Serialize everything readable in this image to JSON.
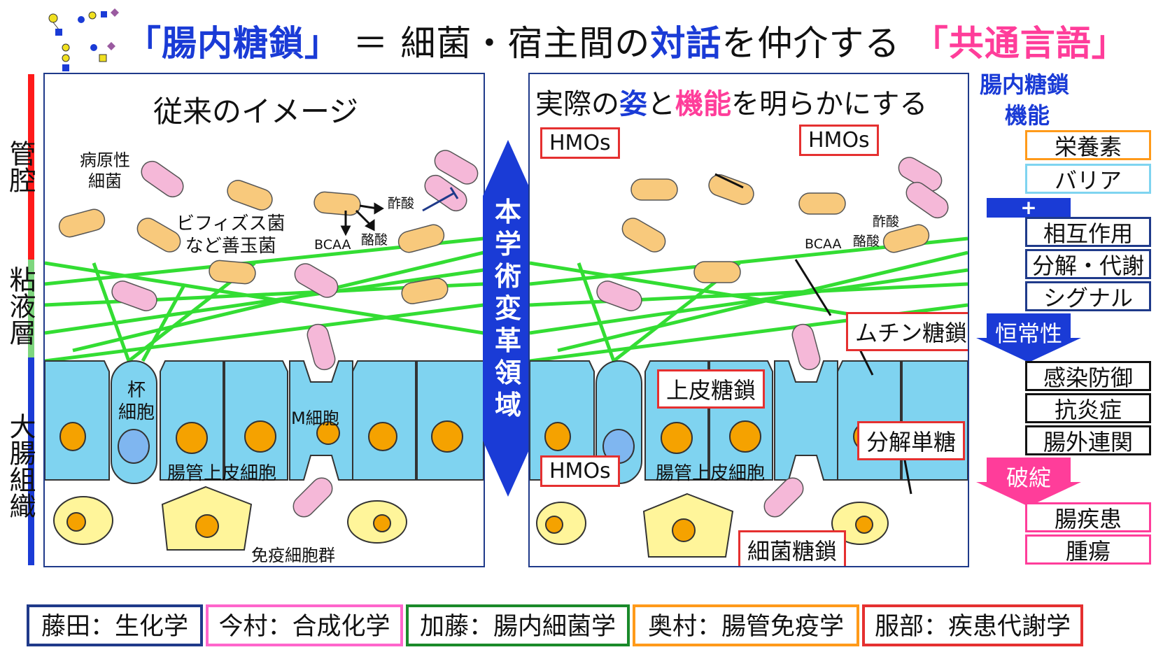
{
  "title": {
    "part1": "「腸内糖鎖」",
    "part2": "＝ 細菌・宿主間の",
    "part3": "対話",
    "part4": "を仲介する",
    "part5": "「共通言語」"
  },
  "layers": {
    "lumen": "管腔",
    "mucus": "粘液層",
    "tissue": "大腸組織"
  },
  "left_panel": {
    "title": "従来のイメージ",
    "pathogen": "病原性\n細菌",
    "bifido": "ビフィズス菌\nなど善玉菌",
    "acetic": "酢酸",
    "butyric": "酪酸",
    "bcaa": "BCAA",
    "goblet": "杯\n細胞",
    "mcell": "M細胞",
    "epithelial": "腸管上皮細胞",
    "immune": "免疫細胞群"
  },
  "center_arrow": {
    "text": "本学術変革領域"
  },
  "right_panel": {
    "title_a": "実際の",
    "title_b": "姿",
    "title_c": "と",
    "title_d": "機能",
    "title_e": "を明らかにする",
    "hmos": "HMOs",
    "acetic": "酢酸",
    "butyric": "酪酸",
    "bcaa": "BCAA",
    "mucin": "ムチン糖鎖",
    "epi_glycan": "上皮糖鎖",
    "mono": "分解単糖",
    "bact_glycan": "細菌糖鎖",
    "epithelial": "腸管上皮細胞"
  },
  "function_column": {
    "header1": "腸内糖鎖",
    "header2": "機能",
    "items_top": [
      "栄養素",
      "バリア"
    ],
    "plus": "+",
    "items_mid": [
      "相互作用",
      "分解・代謝",
      "シグナル"
    ],
    "homeostasis": "恒常性",
    "items_health": [
      "感染防御",
      "抗炎症",
      "腸外連関"
    ],
    "breakdown": "破綻",
    "items_disease": [
      "腸疾患",
      "腫瘍"
    ]
  },
  "bottom_bar": [
    {
      "label": "藤田：生化学",
      "color": "#1f3a8a"
    },
    {
      "label": "今村：合成化学",
      "color": "#ff66cc"
    },
    {
      "label": "加藤：腸内細菌学",
      "color": "#1a8a2a"
    },
    {
      "label": "奥村：腸管免疫学",
      "color": "#ff9a1a"
    },
    {
      "label": "服部：疾患代謝学",
      "color": "#e53030"
    }
  ],
  "colors": {
    "blue": "#1a3bd6",
    "pink": "#ff3d9a",
    "bacteria_orange": "#f8c97c",
    "bacteria_pink": "#f5b8d8",
    "cell": "#7fd3f0",
    "mucus_fiber": "#33dd33"
  }
}
